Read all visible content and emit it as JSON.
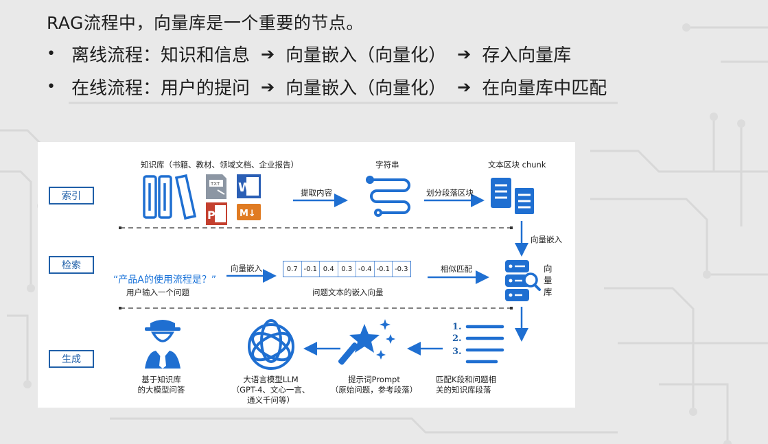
{
  "slide": {
    "title": "RAG流程中，向量库是一个重要的节点。",
    "bullets": [
      {
        "dot": "•",
        "parts": [
          "离线流程：知识和信息",
          "向量嵌入（向量化）",
          "存入向量库"
        ]
      },
      {
        "dot": "•",
        "parts": [
          "在线流程：用户的提问",
          "向量嵌入（向量化）",
          "在向量库中匹配"
        ]
      }
    ],
    "arrow_glyph": "➔"
  },
  "diagram": {
    "stages": [
      "索引",
      "检索",
      "生成"
    ],
    "index_row": {
      "knowledge_label": "知识库（书籍、教材、领域文档、企业报告）",
      "extract_label": "提取内容",
      "string_label": "字符串",
      "split_label": "划分段落区块",
      "chunk_label": "文本区块 chunk",
      "embed_label": "向量嵌入",
      "file_badges": [
        "TXT",
        "W",
        "P",
        "M↓"
      ]
    },
    "retrieve_row": {
      "question": "“产品A的使用流程是？”",
      "question_caption": "用户输入一个问题",
      "embed_label": "向量嵌入",
      "vector_values": [
        "0.7",
        "-0.1",
        "0.4",
        "0.3",
        "-0.4",
        "-0.1",
        "-0.3"
      ],
      "vector_caption": "问题文本的嵌入向量",
      "match_label": "相似匹配",
      "store_label_chars": [
        "向",
        "量",
        "库"
      ]
    },
    "generate_row": {
      "list_numbers": [
        "1.",
        "2.",
        "3."
      ],
      "topk_caption": [
        "匹配K段和问题相",
        "关的知识库段落"
      ],
      "prompt_caption": [
        "提示词Prompt",
        "（原始问题，参考段落）"
      ],
      "llm_caption": [
        "大语言模型LLM",
        "（GPT-4、文心一言、",
        "通义千问等）"
      ],
      "answer_caption": [
        "基于知识库",
        "的大模型问答"
      ]
    },
    "colors": {
      "accent": "#1f6fd1",
      "dark_blue": "#1f5fa8",
      "ppt": "#c4402f",
      "word": "#2b5fb5",
      "md": "#e07b22"
    }
  }
}
